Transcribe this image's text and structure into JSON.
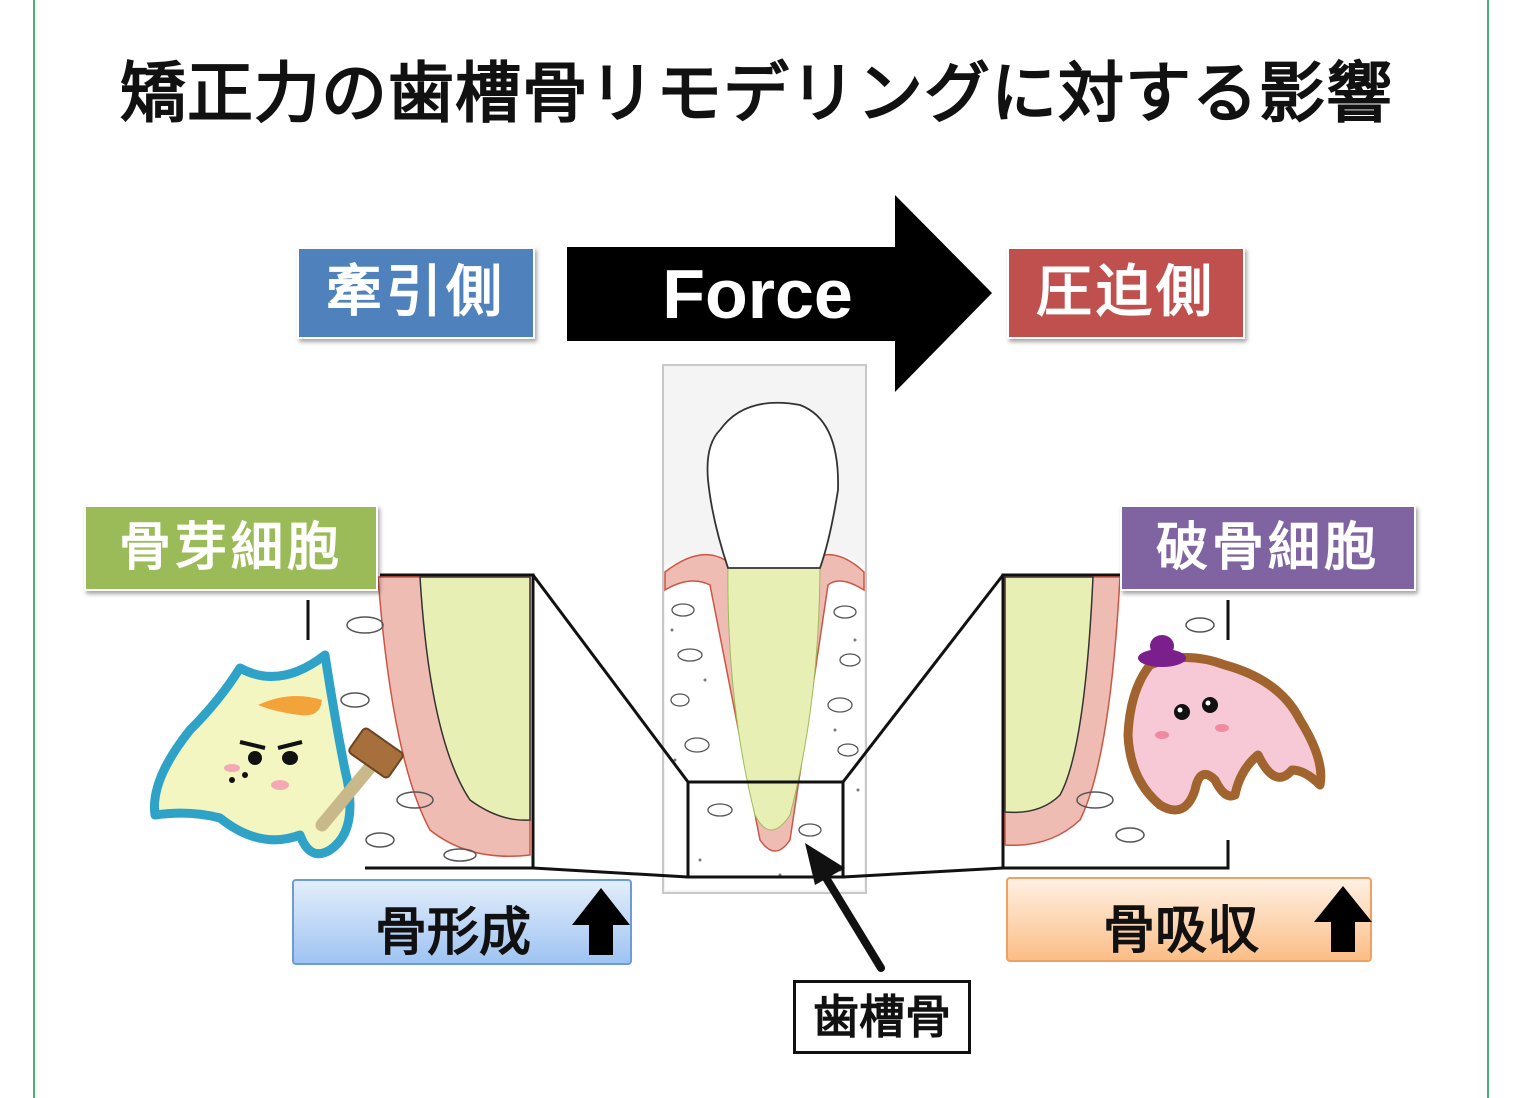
{
  "title": "矯正力の歯槽骨リモデリングに対する影響",
  "force": {
    "label": "Force"
  },
  "tension_side": {
    "label": "牽引側",
    "color": "#4f81bd"
  },
  "pressure_side": {
    "label": "圧迫側",
    "color": "#c0504d"
  },
  "osteoblast": {
    "label": "骨芽細胞",
    "color": "#9bbb59"
  },
  "osteoclast": {
    "label": "破骨細胞",
    "color": "#8064a2"
  },
  "bone_formation": {
    "label": "骨形成",
    "arrow": "up-arrow-icon"
  },
  "bone_resorption": {
    "label": "骨吸収",
    "arrow": "up-arrow-icon"
  },
  "alveolar_bone": {
    "label": "歯槽骨"
  }
}
